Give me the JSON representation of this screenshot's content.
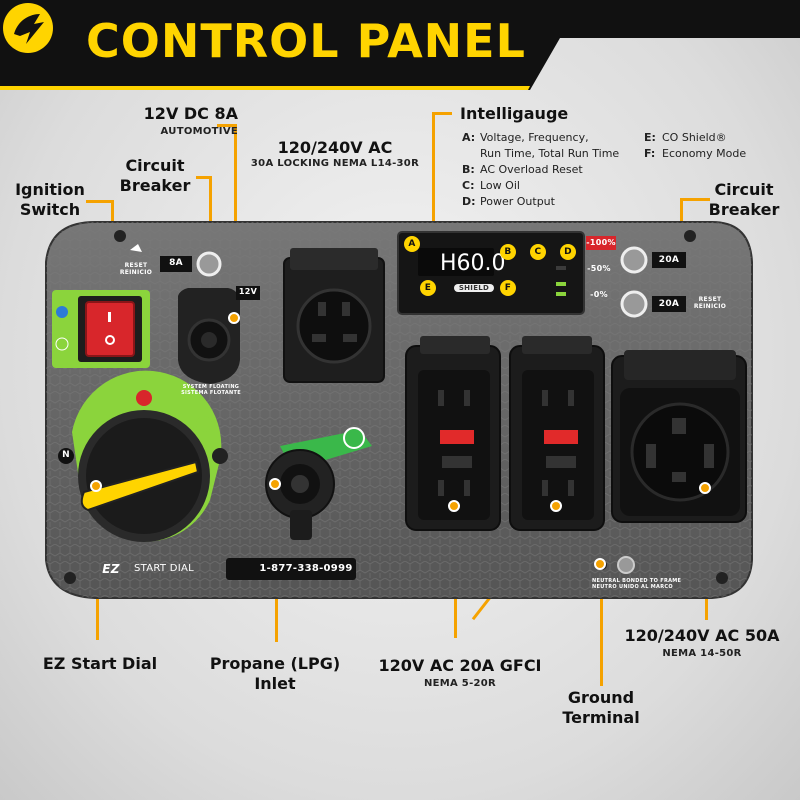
{
  "banner": {
    "title": "CONTROL PANEL",
    "bg_color": "#111111",
    "accent": "#ffd400"
  },
  "labels": {
    "dc12v_title": "12V DC 8A",
    "dc12v_sub": "AUTOMOTIVE",
    "circuit_breaker_left": "Circuit\nBreaker",
    "ignition": "Ignition\nSwitch",
    "nema_l14_title": "120/240V AC",
    "nema_l14_sub": "30A LOCKING NEMA L14-30R",
    "intelligauge_title": "Intelligauge",
    "circuit_breaker_right": "Circuit\nBreaker",
    "ez_start": "EZ Start Dial",
    "propane": "Propane (LPG)\nInlet",
    "gfci_title": "120V AC 20A GFCI",
    "gfci_sub": "NEMA 5-20R",
    "ground": "Ground\nTerminal",
    "nema50_title": "120/240V AC 50A",
    "nema50_sub": "NEMA 14-50R"
  },
  "intelligauge": {
    "items_left": [
      {
        "key": "A:",
        "text": "Voltage, Frequency,"
      },
      {
        "key": "",
        "text": "Run Time, Total Run Time"
      },
      {
        "key": "B:",
        "text": "AC Overload Reset"
      },
      {
        "key": "C:",
        "text": "Low Oil"
      },
      {
        "key": "D:",
        "text": "Power Output"
      }
    ],
    "items_right": [
      {
        "key": "E:",
        "text": "CO Shield®"
      },
      {
        "key": "F:",
        "text": "Economy Mode"
      }
    ],
    "display_value": "H60.0",
    "badges": [
      "A",
      "B",
      "C",
      "D",
      "E",
      "F"
    ],
    "co_shield_label": "SHIELD",
    "levels": [
      "-100%",
      "-50%",
      "-0%"
    ]
  },
  "panel": {
    "reset_left": "RESET\nREINICIO",
    "breaker_left_rating": "8A",
    "dc_socket_label": "12V",
    "system_floating": "SYSTEM FLOATING\nSISTEMA FLOTANTE",
    "breaker_top_rating": "20A",
    "breaker_bottom_rating": "20A",
    "reset_right": "RESET\nREINICIO",
    "ez_dial_label": "START DIAL",
    "ez_logo": "EZ",
    "phone": "1-877-338-0999",
    "neutral_text": "NEUTRAL BONDED TO FRAME\nNEUTRO UNIDO AL MARCO",
    "dial_icon_n": "N",
    "plate_color": "#6b6b6b",
    "green": "#8bd43c",
    "red": "#d8262b",
    "leader_color": "#f5a200"
  }
}
